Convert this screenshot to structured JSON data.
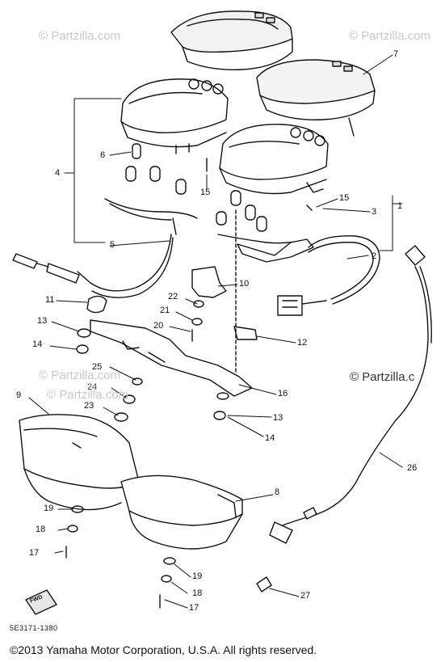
{
  "watermarks": [
    "© Partzilla.com",
    "© Partzilla.com",
    "© Partzilla.com",
    "© Partzilla.com",
    "© Partzilla.c"
  ],
  "labels": [
    {
      "id": "1",
      "text": "1"
    },
    {
      "id": "2",
      "text": "2"
    },
    {
      "id": "3",
      "text": "3"
    },
    {
      "id": "4",
      "text": "4"
    },
    {
      "id": "5",
      "text": "5"
    },
    {
      "id": "6",
      "text": "6"
    },
    {
      "id": "7",
      "text": "7"
    },
    {
      "id": "8",
      "text": "8"
    },
    {
      "id": "9",
      "text": "9"
    },
    {
      "id": "10",
      "text": "10"
    },
    {
      "id": "11",
      "text": "11"
    },
    {
      "id": "12",
      "text": "12"
    },
    {
      "id": "13a",
      "text": "13"
    },
    {
      "id": "13b",
      "text": "13"
    },
    {
      "id": "14a",
      "text": "14"
    },
    {
      "id": "14b",
      "text": "14"
    },
    {
      "id": "15a",
      "text": "15"
    },
    {
      "id": "15b",
      "text": "15"
    },
    {
      "id": "16",
      "text": "16"
    },
    {
      "id": "17a",
      "text": "17"
    },
    {
      "id": "17b",
      "text": "17"
    },
    {
      "id": "18a",
      "text": "18"
    },
    {
      "id": "18b",
      "text": "18"
    },
    {
      "id": "19a",
      "text": "19"
    },
    {
      "id": "19b",
      "text": "19"
    },
    {
      "id": "20",
      "text": "20"
    },
    {
      "id": "21",
      "text": "21"
    },
    {
      "id": "22",
      "text": "22"
    },
    {
      "id": "23",
      "text": "23"
    },
    {
      "id": "24",
      "text": "24"
    },
    {
      "id": "25",
      "text": "25"
    },
    {
      "id": "26",
      "text": "26"
    },
    {
      "id": "27",
      "text": "27"
    }
  ],
  "fwd_mark": "FWD",
  "part_code": "5E3171-1380",
  "copyright": "©2013  Yamaha Motor Corporation, U.S.A. All rights reserved."
}
